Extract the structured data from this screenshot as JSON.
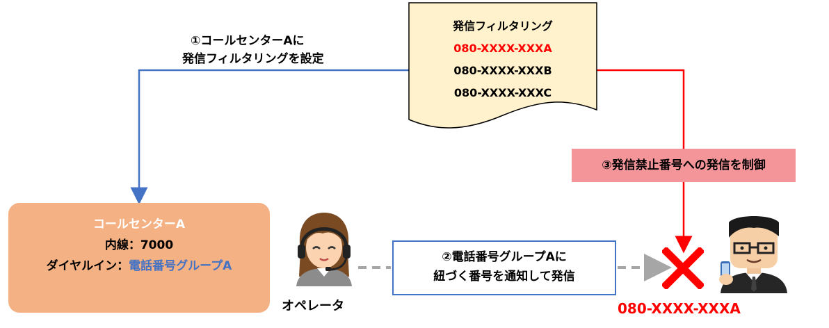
{
  "filter_doc": {
    "title": "発信フィルタリング",
    "numbers": [
      "080-XXXX-XXXA",
      "080-XXXX-XXXB",
      "080-XXXX-XXXC"
    ]
  },
  "step1": {
    "line1": "①コールセンターAに",
    "line2": "発信フィルタリングを設定"
  },
  "step2": {
    "line1": "②電話番号グループAに",
    "line2": "紐づく番号を通知して発信"
  },
  "step3": {
    "label": "③発信禁止番号への発信を制御"
  },
  "call_center": {
    "title": "コールセンターA",
    "extension": "内線：7000",
    "dial_in_label": "ダイヤルイン：",
    "dial_in_value": "電話番号グループA"
  },
  "operator": {
    "label": "オペレータ"
  },
  "blocked_number": "080-XXXX-XXXA",
  "colors": {
    "blue_line": "#4472c4",
    "red_line": "#ff0000",
    "call_center_box": "#f4b183",
    "note_fill": "#fff2cc",
    "step3_fill": "#f4959a",
    "dashed_arrow": "#a6a6a6"
  },
  "icons": [
    "headset-operator-icon",
    "businessman-phone-icon",
    "block-cross-icon"
  ]
}
